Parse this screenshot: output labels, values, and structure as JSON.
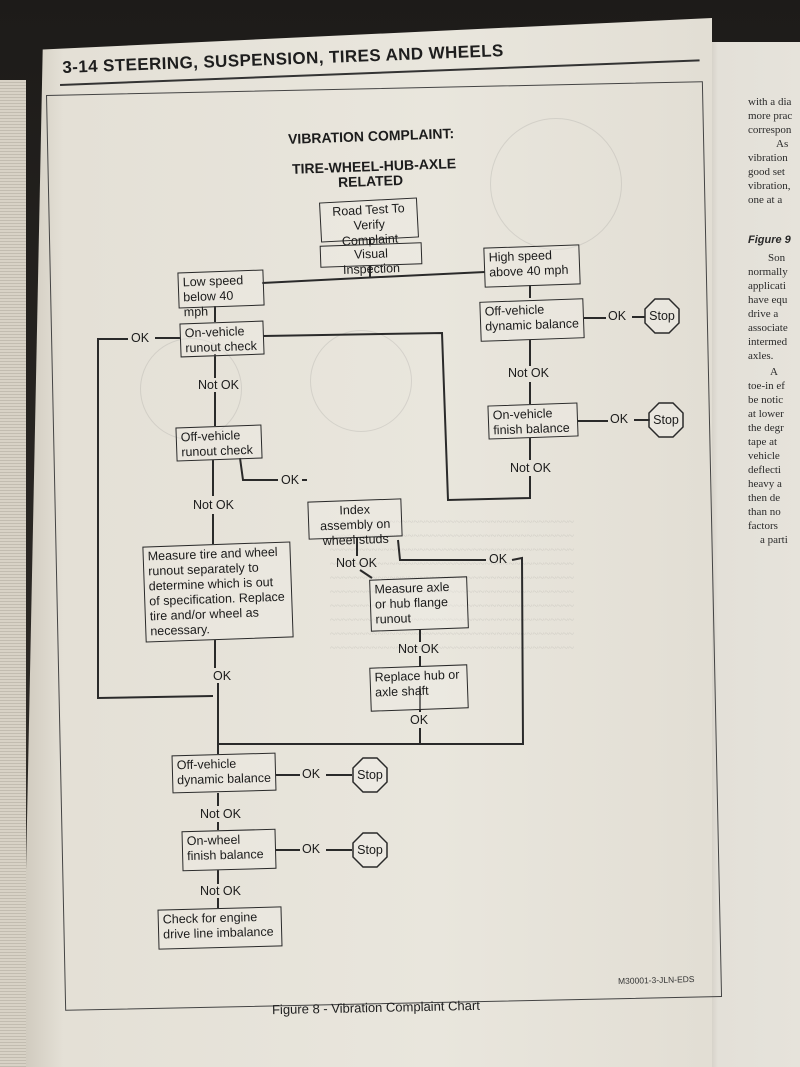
{
  "page": {
    "header": "3-14 STEERING, SUSPENSION, TIRES AND WHEELS",
    "caption": "Figure 8 - Vibration Complaint Chart",
    "code": "M30001-3-JLN-EDS"
  },
  "flowchart": {
    "title_line1": "VIBRATION COMPLAINT:",
    "title_line2": "TIRE-WHEEL-HUB-AXLE",
    "title_line3": "RELATED",
    "nodes": {
      "road_test": "Road Test To Verify Complaint",
      "visual_inspection": "Visual Inspection",
      "low_speed": "Low speed below 40 mph",
      "high_speed": "High speed above 40 mph",
      "onveh_runout": "On-vehicle runout check",
      "offveh_dynbal_top": "Off-vehicle dynamic balance",
      "onveh_finish": "On-vehicle finish balance",
      "offveh_runout": "Off-vehicle runout check",
      "index_assembly": "Index assembly on wheel studs",
      "measure_tire": "Measure tire and wheel runout separately to determine which is out of specification. Replace tire and/or wheel as necessary.",
      "measure_axle": "Measure axle or hub flange runout",
      "replace_hub": "Replace hub or axle shaft",
      "offveh_dynbal_bottom": "Off-vehicle dynamic balance",
      "onwheel_finish": "On-wheel finish balance",
      "check_engine": "Check for engine drive line imbalance"
    },
    "labels": {
      "ok": "OK",
      "not_ok": "Not OK",
      "stop": "Stop"
    }
  },
  "right_page": {
    "lines": [
      "with a dia",
      "more prac",
      "correspon",
      "As",
      "vibration",
      "good set",
      "vibration,",
      "one at a"
    ],
    "figure_heading": "Figure 9",
    "lines2": [
      "Son",
      "normally",
      "applicati",
      "have equ",
      "drive a",
      "associate",
      "intermed",
      "axles.",
      "A",
      "toe-in ef",
      "be notic",
      "at lower",
      "the degr",
      "tape at",
      "vehicle",
      "deflecti",
      "heavy a",
      "then de",
      "than no",
      "factors",
      "a parti"
    ]
  }
}
